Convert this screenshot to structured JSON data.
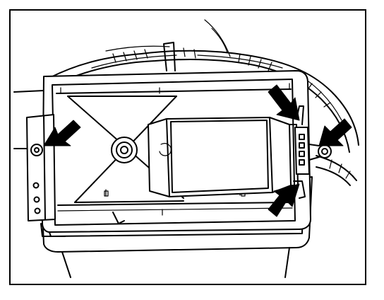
{
  "figure": {
    "description_text": "",
    "colors": {
      "ink": "#000000",
      "paper": "#ffffff"
    },
    "icons": [
      "module-housing",
      "wire-harness",
      "mounting-screw",
      "retaining-clip",
      "pointer-arrow"
    ],
    "arrow_count": 4
  }
}
